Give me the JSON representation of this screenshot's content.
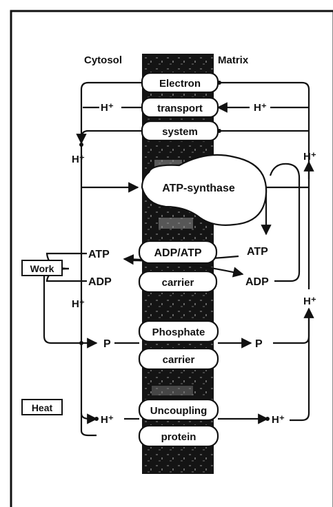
{
  "compartments": {
    "left": "Cytosol",
    "right": "Matrix"
  },
  "components": {
    "electron_transport": [
      "Electron",
      "transport",
      "system"
    ],
    "atp_synthase": "ATP-synthase",
    "adp_atp_carrier": [
      "ADP/ATP",
      "carrier"
    ],
    "phosphate_carrier": [
      "Phosphate",
      "carrier"
    ],
    "uncoupling_protein": [
      "Uncoupling",
      "protein"
    ]
  },
  "species": {
    "proton": "H⁺",
    "atp": "ATP",
    "adp": "ADP",
    "phosphate": "P"
  },
  "outputs": {
    "work": "Work",
    "heat": "Heat"
  },
  "colors": {
    "membrane": "#141414",
    "line": "#111111",
    "background": "#ffffff"
  }
}
